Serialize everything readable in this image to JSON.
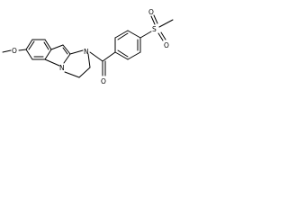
{
  "molecule": {
    "atoms": {
      "methyl_left": "",
      "methoxy_oxygen": "O",
      "ring_nitrogen_indole": "N",
      "ring_nitrogen_amide": "N",
      "carbonyl_oxygen": "O",
      "sulfur": "S",
      "sulfonyl_oxygen_top": "O",
      "sulfonyl_oxygen_bottom": "O"
    }
  },
  "colors": {
    "bond": "#000000",
    "label": "#000000",
    "background": "#ffffff"
  }
}
